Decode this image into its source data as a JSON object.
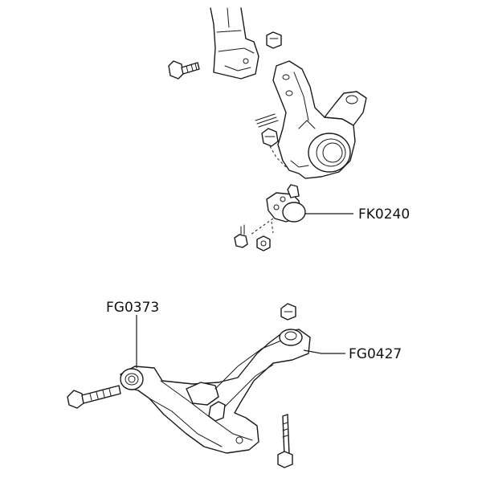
{
  "labels": {
    "ball_joint": "FK0240",
    "front_bushing": "FG0373",
    "rear_bushing": "FG0427"
  },
  "colors": {
    "line": "#1a1a1a",
    "background": "#ffffff"
  }
}
